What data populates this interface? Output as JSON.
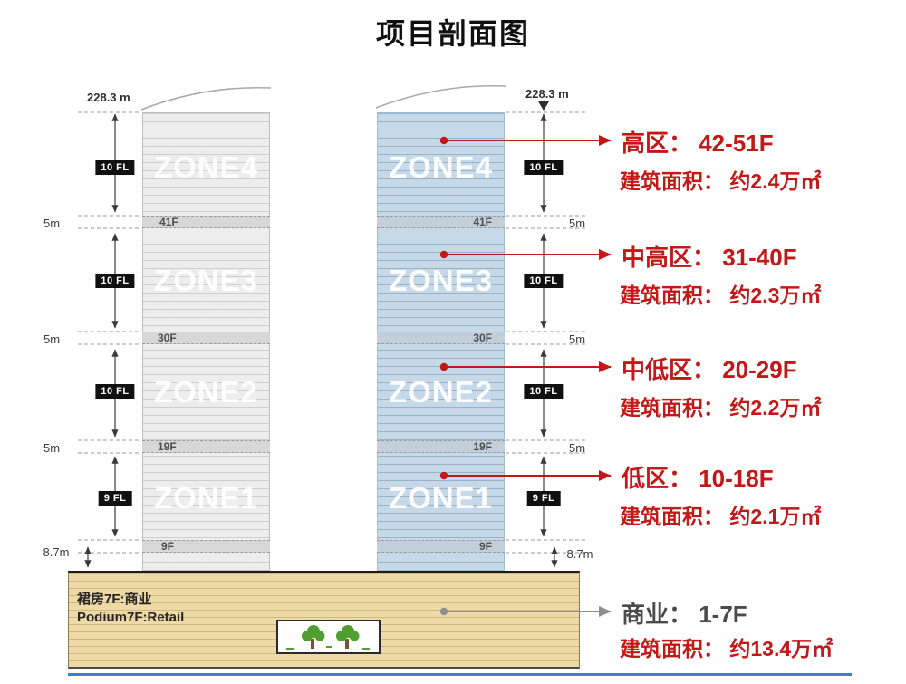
{
  "title": "项目剖面图",
  "elevation": {
    "height_label": "228.3 m"
  },
  "tower": {
    "zones": [
      "ZONE4",
      "ZONE3",
      "ZONE2",
      "ZONE1"
    ],
    "floors": [
      "41F",
      "30F",
      "19F",
      "9F"
    ]
  },
  "dims": {
    "ten_fl": "10 FL",
    "nine_fl": "9 FL",
    "five_m": "5m",
    "base": "8.7m"
  },
  "podium": {
    "line1": "裙房7F:商业",
    "line2": "Podium7F:Retail"
  },
  "annotations": [
    {
      "heading": "高区： 42-51F",
      "area": "建筑面积： 约2.4万㎡"
    },
    {
      "heading": "中高区： 31-40F",
      "area": "建筑面积： 约2.3万㎡"
    },
    {
      "heading": "中低区： 20-29F",
      "area": "建筑面积： 约2.2万㎡"
    },
    {
      "heading": "低区： 10-18F",
      "area": "建筑面积： 约2.1万㎡"
    },
    {
      "heading": "商业： 1-7F",
      "area": "建筑面积： 约13.4万㎡"
    }
  ],
  "colors": {
    "accent_red": "#c21818",
    "tower_left_gray": "#ededed",
    "tower_right_blue": "#c6d9e8",
    "podium_tan": "#eddaa6",
    "ground_blue": "#3f7fd0",
    "badge_black": "#101010"
  }
}
